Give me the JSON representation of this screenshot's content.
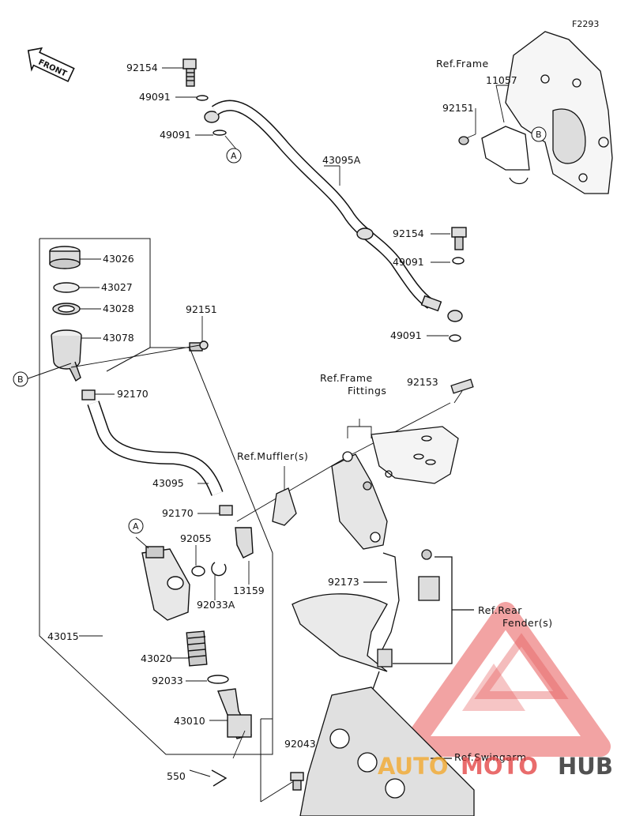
{
  "diagram": {
    "code": "F2293",
    "front_label": "FRONT",
    "parts": [
      {
        "id": "p1",
        "number": "92154"
      },
      {
        "id": "p2",
        "number": "49091"
      },
      {
        "id": "p3",
        "number": "49091"
      },
      {
        "id": "p4",
        "number": "43095A"
      },
      {
        "id": "p5",
        "number": "92154"
      },
      {
        "id": "p6",
        "number": "49091"
      },
      {
        "id": "p7",
        "number": "49091"
      },
      {
        "id": "p8",
        "number": "11057"
      },
      {
        "id": "p9",
        "number": "92151"
      },
      {
        "id": "p10",
        "number": "43026"
      },
      {
        "id": "p11",
        "number": "43027"
      },
      {
        "id": "p12",
        "number": "43028"
      },
      {
        "id": "p13",
        "number": "43078"
      },
      {
        "id": "p14",
        "number": "92151"
      },
      {
        "id": "p15",
        "number": "92170"
      },
      {
        "id": "p16",
        "number": "43095"
      },
      {
        "id": "p17",
        "number": "92170"
      },
      {
        "id": "p18",
        "number": "92055"
      },
      {
        "id": "p19",
        "number": "92033A"
      },
      {
        "id": "p20",
        "number": "13159"
      },
      {
        "id": "p21",
        "number": "43015"
      },
      {
        "id": "p22",
        "number": "43020"
      },
      {
        "id": "p23",
        "number": "92033"
      },
      {
        "id": "p24",
        "number": "43010"
      },
      {
        "id": "p25",
        "number": "550"
      },
      {
        "id": "p26",
        "number": "92043"
      },
      {
        "id": "p27",
        "number": "92153"
      },
      {
        "id": "p28",
        "number": "92173"
      }
    ],
    "refs": {
      "frame_top": "Ref.Frame",
      "frame_fittings_1": "Ref.Frame",
      "frame_fittings_2": "Fittings",
      "muffler": "Ref.Muffler(s)",
      "rear_fender_1": "Ref.Rear",
      "rear_fender_2": "Fender(s)",
      "swingarm": "Ref.Swingarm"
    },
    "callouts": {
      "a1": "A",
      "a2": "A",
      "b1": "B",
      "b2": "B"
    }
  },
  "watermark": {
    "text_auto": "AUTO",
    "text_moto": "MOTO",
    "text_hub": "HUB",
    "color_red": "#e23b3b",
    "color_orange": "#f5a623",
    "color_dark": "#333333"
  }
}
